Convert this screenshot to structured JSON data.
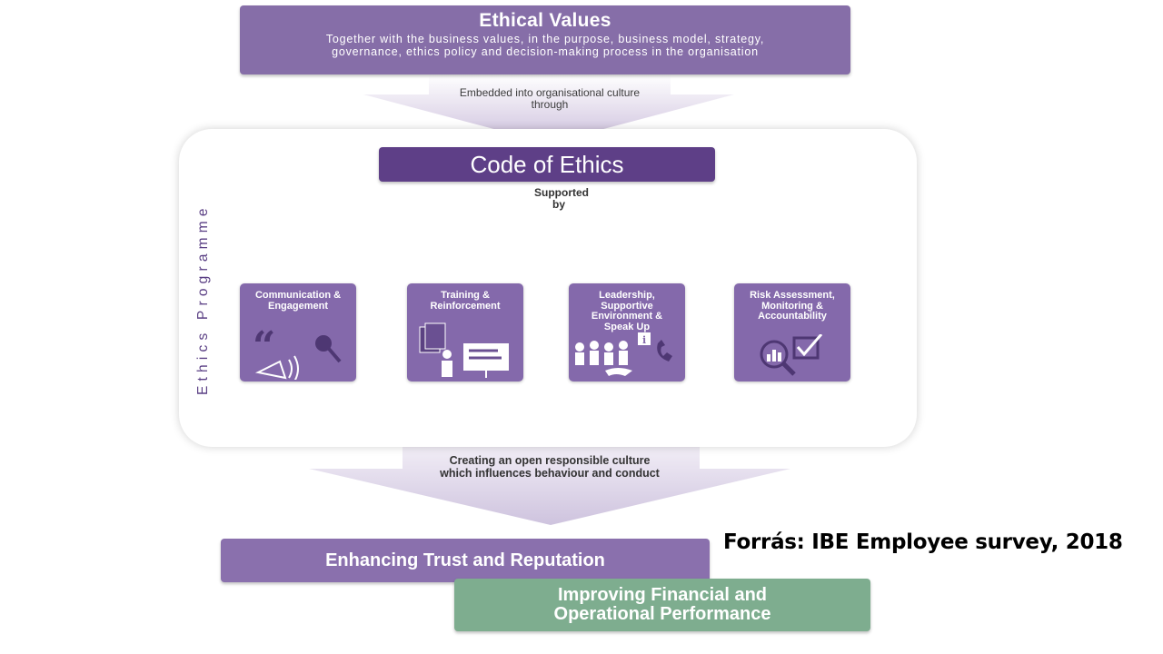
{
  "ethical_values": {
    "title": "Ethical Values",
    "description": "Together with the business values, in the purpose, business model, strategy, governance, ethics policy and decision-making process in the organisation"
  },
  "embedded_text": "Embedded into organisational culture through",
  "programme_label": "Ethics Programme",
  "code_of_ethics": "Code of Ethics",
  "supported_by": "Supported by",
  "pillars": [
    {
      "label": "Communication & Engagement",
      "icon": "megaphone-icon"
    },
    {
      "label": "Training & Reinforcement",
      "icon": "presentation-icon"
    },
    {
      "label": "Leadership, Supportive Environment & Speak Up",
      "icon": "people-phone-icon"
    },
    {
      "label": "Risk Assessment, Monitoring & Accountability",
      "icon": "magnifier-checkbox-icon"
    }
  ],
  "creating_text": "Creating an open responsible culture which influences behaviour and conduct",
  "outcomes": {
    "trust": "Enhancing Trust and Reputation",
    "performance": "Improving Financial and Operational Performance"
  },
  "source": "Forrás: IBE Employee survey, 2018",
  "colors": {
    "purple": "#866ea8",
    "dark_purple": "#5e3f87",
    "green": "#7ead8f"
  }
}
